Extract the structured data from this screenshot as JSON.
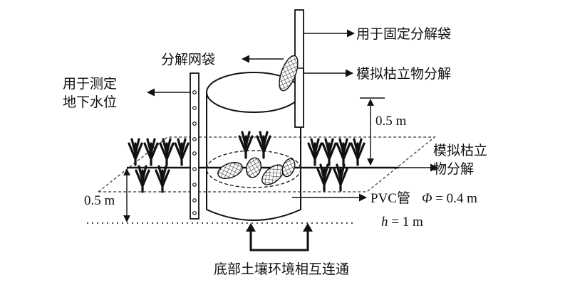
{
  "labels": {
    "fix_bag": "用于固定分解袋",
    "decomp_bag": "分解网袋",
    "measure_water_line1": "用于测定",
    "measure_water_line2": "地下水位",
    "standing_decomp": "模拟枯立物分解",
    "height_above": "0.5 m",
    "surface_decomp_line1": "模拟枯立",
    "surface_decomp_line2": "物分解",
    "depth_below": "0.5 m",
    "pvc_name": "PVC管",
    "phi_symbol": "Φ",
    "phi_value": " = 0.4 m",
    "h_symbol": "h",
    "h_value": " = 1 m",
    "bottom_note": "底部土壤环境相互连通"
  }
}
